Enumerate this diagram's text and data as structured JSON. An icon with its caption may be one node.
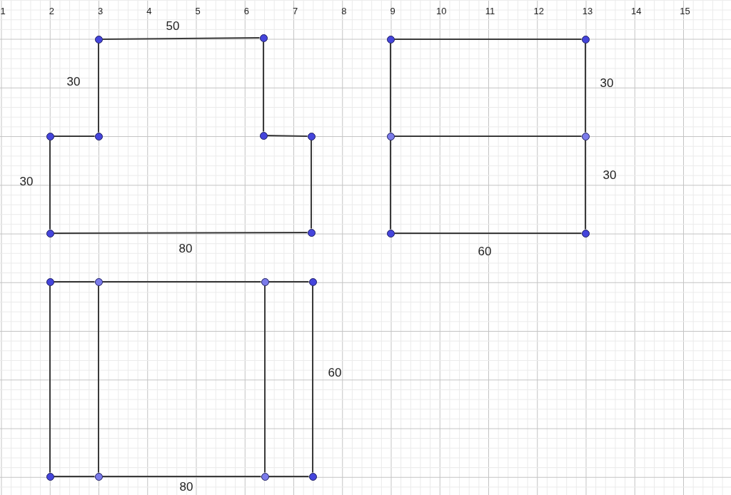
{
  "diagram": {
    "nodes": [
      {
        "text": [],
        "shape": "circle"
      },
      {
        "text": [],
        "shape": "circle"
      },
      {
        "text": [],
        "shape": "circle"
      },
      {
        "text": [],
        "shape": "circle"
      },
      {
        "text": [],
        "shape": "circle"
      },
      {
        "text": [],
        "shape": "circle"
      },
      {
        "text": [],
        "shape": "circle"
      },
      {
        "text": [],
        "shape": "circle"
      },
      {
        "text": [],
        "shape": "circle"
      },
      {
        "text": [],
        "shape": "circle"
      },
      {
        "text": [],
        "shape": "circle"
      },
      {
        "text": [],
        "shape": "circle"
      },
      {
        "text": [],
        "shape": "circle"
      },
      {
        "text": [],
        "shape": "circle"
      },
      {
        "text": [],
        "shape": "circle"
      },
      {
        "text": [],
        "shape": "circle"
      },
      {
        "text": [],
        "shape": "circle"
      },
      {
        "text": [],
        "shape": "circle"
      },
      {
        "text": [],
        "shape": "circle"
      },
      {
        "text": [],
        "shape": "circle"
      },
      {
        "text": [],
        "shape": "circle"
      },
      {
        "text": [],
        "shape": "circle"
      }
    ],
    "edges": [
      {
        "from": 0,
        "to": 1,
        "arrow": "none"
      },
      {
        "from": 1,
        "to": 2,
        "arrow": "none"
      },
      {
        "from": 2,
        "to": 3,
        "arrow": "none"
      },
      {
        "from": 3,
        "to": 4,
        "arrow": "none"
      },
      {
        "from": 4,
        "to": 5,
        "arrow": "none"
      },
      {
        "from": 5,
        "to": 6,
        "arrow": "none"
      },
      {
        "from": 6,
        "to": 7,
        "arrow": "none"
      },
      {
        "from": 7,
        "to": 0,
        "arrow": "none"
      },
      {
        "from": 8,
        "to": 9,
        "arrow": "none"
      },
      {
        "from": 9,
        "to": 10,
        "arrow": "none"
      },
      {
        "from": 10,
        "to": 13,
        "arrow": "none"
      },
      {
        "from": 13,
        "to": 12,
        "arrow": "none"
      },
      {
        "from": 12,
        "to": 11,
        "arrow": "none"
      },
      {
        "from": 11,
        "to": 8,
        "arrow": "none"
      },
      {
        "from": 11,
        "to": 10,
        "arrow": "none"
      },
      {
        "from": 14,
        "to": 15,
        "arrow": "none"
      },
      {
        "from": 15,
        "to": 16,
        "arrow": "none"
      },
      {
        "from": 16,
        "to": 17,
        "arrow": "none"
      },
      {
        "from": 17,
        "to": 21,
        "arrow": "none"
      },
      {
        "from": 21,
        "to": 20,
        "arrow": "none"
      },
      {
        "from": 20,
        "to": 19,
        "arrow": "none"
      },
      {
        "from": 19,
        "to": 18,
        "arrow": "none"
      },
      {
        "from": 18,
        "to": 14,
        "arrow": "none"
      },
      {
        "from": 15,
        "to": 19,
        "arrow": "none"
      },
      {
        "from": 16,
        "to": 20,
        "arrow": "none"
      }
    ],
    "labels": [
      "1",
      "2",
      "3",
      "4",
      "5",
      "6",
      "7",
      "8",
      "9",
      "10",
      "11",
      "12",
      "13",
      "14",
      "15",
      "50",
      "30",
      "30",
      "30",
      "30",
      "80",
      "60",
      "60",
      "80"
    ]
  }
}
